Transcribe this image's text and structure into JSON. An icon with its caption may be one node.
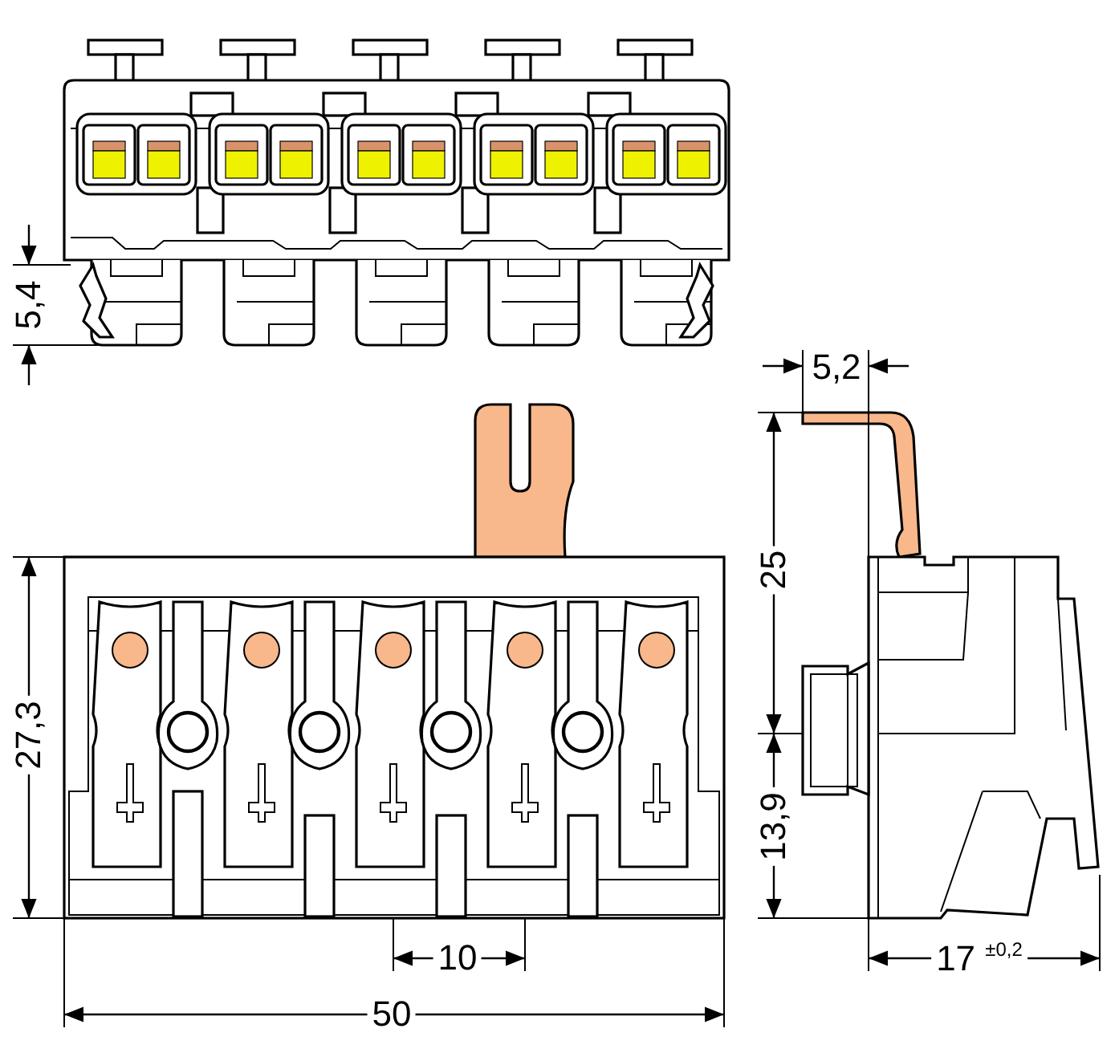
{
  "diagram": {
    "labels": [
      "5,4",
      "5,2",
      "25",
      "27,3",
      "13,9",
      "10",
      "17 $^{±0,2}$",
      "50"
    ]
  }
}
